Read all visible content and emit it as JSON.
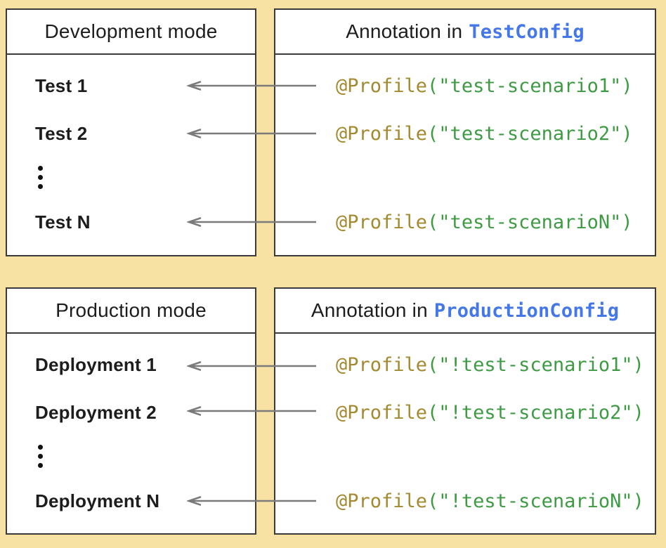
{
  "colors": {
    "background": "#F7E2A4",
    "panel_background": "#FFFFFF",
    "panel_border": "#3A3A3A",
    "arrow": "#7A7A7A",
    "code_keyword": "#A3892F",
    "code_string": "#3E9B43",
    "code_classname": "#4477E8",
    "text": "#1D1D1D"
  },
  "icons": {
    "ellipsis": "vertical-ellipsis",
    "arrow": "left-arrow"
  },
  "panels": {
    "dev": {
      "title": "Development mode",
      "items": [
        "Test 1",
        "Test 2",
        "Test N"
      ]
    },
    "test_config": {
      "title_prefix": "Annotation in",
      "title_code": "TestConfig",
      "annotations": [
        {
          "keyword": "@Profile",
          "args": "(\"test-scenario1\")"
        },
        {
          "keyword": "@Profile",
          "args": "(\"test-scenario2\")"
        },
        {
          "keyword": "@Profile",
          "args": "(\"test-scenarioN\")"
        }
      ]
    },
    "prod": {
      "title": "Production mode",
      "items": [
        "Deployment 1",
        "Deployment 2",
        "Deployment N"
      ]
    },
    "production_config": {
      "title_prefix": "Annotation in",
      "title_code": "ProductionConfig",
      "annotations": [
        {
          "keyword": "@Profile",
          "args": "(\"!test-scenario1\")"
        },
        {
          "keyword": "@Profile",
          "args": "(\"!test-scenario2\")"
        },
        {
          "keyword": "@Profile",
          "args": "(\"!test-scenarioN\")"
        }
      ]
    }
  }
}
